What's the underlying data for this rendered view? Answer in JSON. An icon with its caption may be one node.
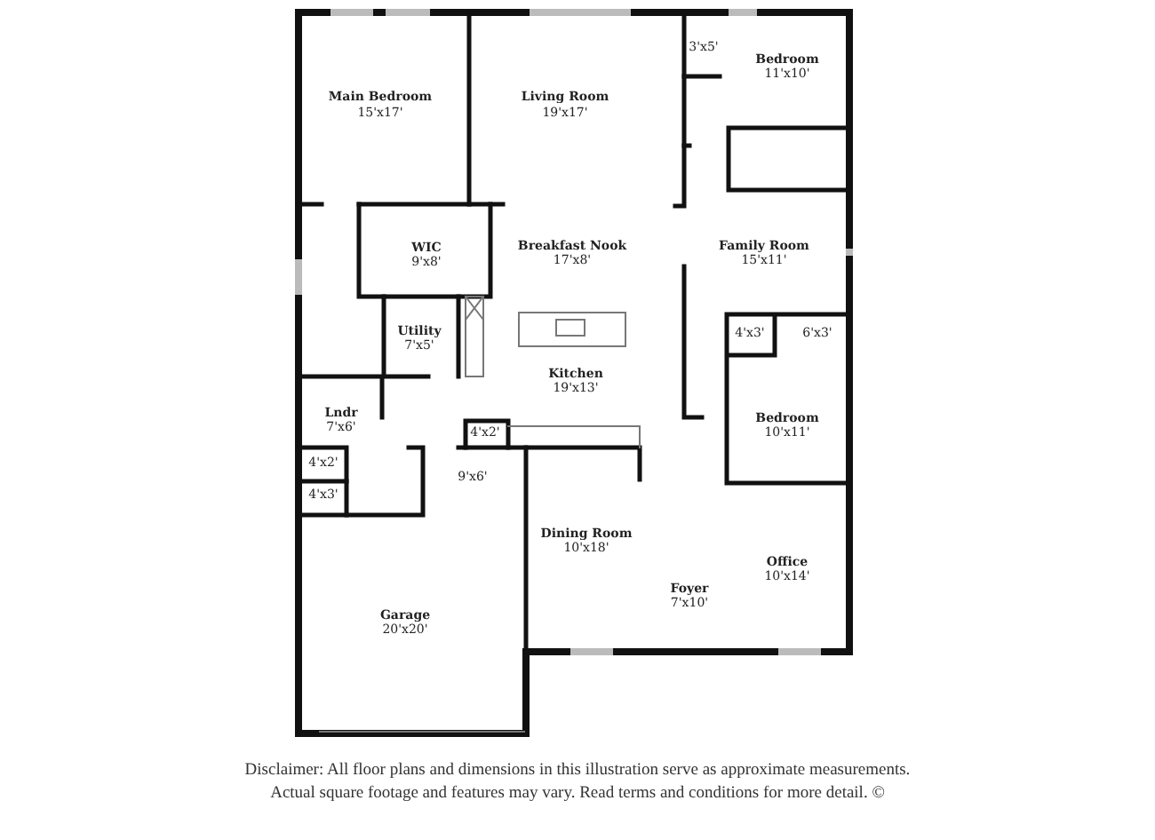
{
  "diagram": {
    "labels": [
      "3'x5'",
      "Bedroom",
      "11'x10'",
      "Main Bedroom",
      "15'x17'",
      "Living Room",
      "19'x17'",
      "WIC",
      "9'x8'",
      "Breakfast Nook",
      "17'x8'",
      "Family Room",
      "15'x11'",
      "Utility",
      "7'x5'",
      "4'x3'",
      "6'x3'",
      "Kitchen",
      "19'x13'",
      "Lndr",
      "7'x6'",
      "4'x2'",
      "Bedroom",
      "10'x11'",
      "4'x2'",
      "9'x6'",
      "4'x3'",
      "Dining Room",
      "10'x18'",
      "Office",
      "10'x14'",
      "Foyer",
      "7'x10'",
      "Garage",
      "20'x20'",
      "Disclaimer: All floor plans and dimensions in this illustration serve as approximate measurements.",
      "Actual square footage and features may vary. Read terms and conditions for more detail. ©"
    ]
  }
}
